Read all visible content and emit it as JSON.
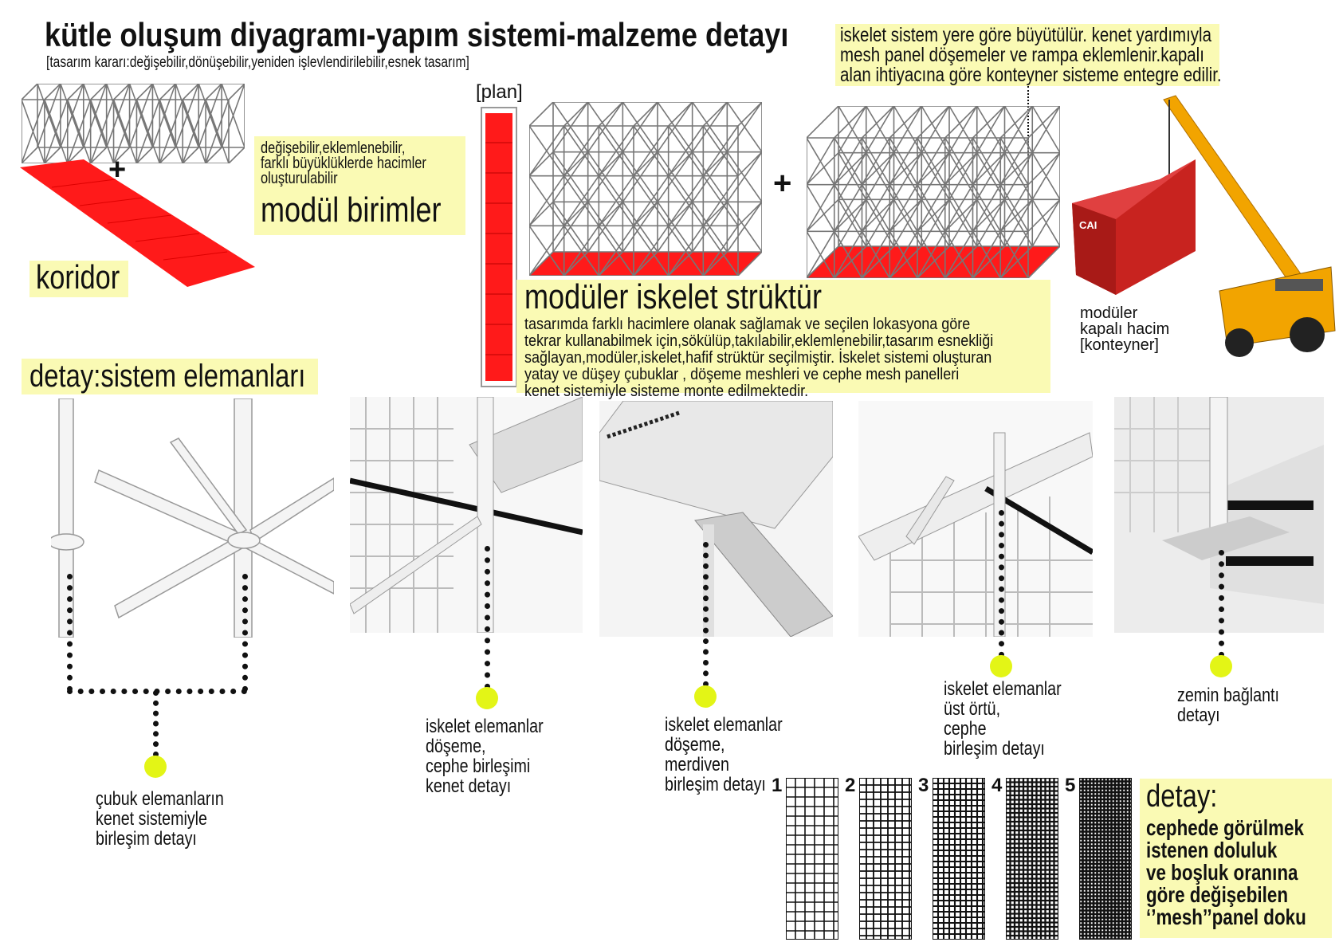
{
  "header": {
    "title": "kütle oluşum diyagramı-yapım sistemi-malzeme detayı",
    "subtitle": "[tasarım kararı:değişebilir,dönüşebilir,yeniden işlevlendirilebilir,esnek tasarım]"
  },
  "top_note": {
    "lines": [
      "iskelet sistem yere göre büyütülür. kenet yardımıyla",
      "mesh panel döşemeler ve rampa  eklemlenir.kapalı",
      "alan ihtiyacına göre konteyner sisteme entegre edilir."
    ]
  },
  "corridor": {
    "plus": "+",
    "label": "koridor"
  },
  "module": {
    "lines": [
      "değişebilir,eklemlenebilir,",
      "farklı büyüklüklerde hacimler",
      "oluşturulabilir"
    ],
    "title": "modül birimler"
  },
  "plan": {
    "label": "[plan]"
  },
  "structure": {
    "plus": "+",
    "title": "modüler iskelet strüktür",
    "lines": [
      "tasarımda farklı hacimlere olanak sağlamak ve seçilen lokasyona göre",
      "tekrar kullanabilmek için,sökülüp,takılabilir,eklemlenebilir,tasarım esnekliği",
      "sağlayan,modüler,iskelet,hafif strüktür seçilmiştir. İskelet sistemi oluşturan",
      "yatay ve düşey çubuklar , döşeme meshleri ve cephe mesh panelleri",
      "kenet sistemiyle  sisteme monte edilmektedir."
    ]
  },
  "container": {
    "label": "modüler\nkapalı hacim\n[konteyner]"
  },
  "details": {
    "title": "detay:sistem elemanları",
    "items": [
      {
        "label": "çubuk elemanların\nkenet sistemiyle\nbirleşim detayı"
      },
      {
        "label": "iskelet elemanlar\ndöşeme,\ncephe birleşimi\nkenet detayı"
      },
      {
        "label": "iskelet elemanlar\ndöşeme,\nmerdiven\nbirleşim detayı"
      },
      {
        "label": "iskelet elemanlar\nüst örtü,\ncephe\nbirleşim detayı"
      },
      {
        "label": "zemin bağlantı\ndetayı"
      }
    ]
  },
  "mesh": {
    "panels": [
      {
        "num": "1"
      },
      {
        "num": "2"
      },
      {
        "num": "3"
      },
      {
        "num": "4"
      },
      {
        "num": "5"
      }
    ],
    "title": "detay:",
    "lines": [
      "cephede görülmek",
      "istenen doluluk",
      "ve boşluk oranına",
      "göre değişebilen",
      "‘’mesh’’panel doku"
    ]
  },
  "colors": {
    "red": "#ff1a1a",
    "highlight": "#fafab4",
    "dot": "#e3f516"
  }
}
